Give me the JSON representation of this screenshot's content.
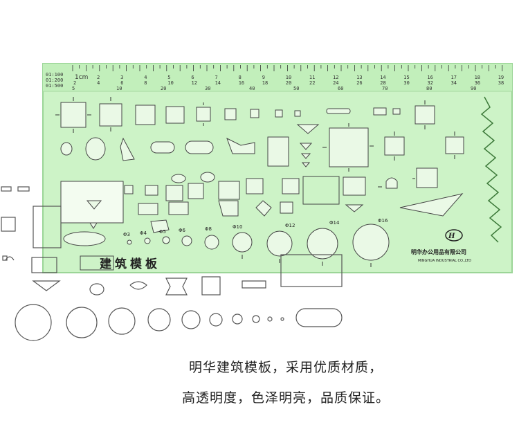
{
  "ruler": {
    "scale_labels": [
      "01:100",
      "01:200",
      "01:500"
    ],
    "unit": "1cm",
    "row1": [
      "2",
      "3",
      "4",
      "5",
      "6",
      "7",
      "8",
      "9",
      "10",
      "11",
      "12",
      "13",
      "14",
      "15",
      "16",
      "17",
      "18",
      "19"
    ],
    "row2": [
      "2",
      "4",
      "6",
      "8",
      "10",
      "12",
      "14",
      "16",
      "18",
      "20",
      "22",
      "24",
      "26",
      "28",
      "30",
      "32",
      "34",
      "36",
      "38"
    ],
    "row3": [
      "5",
      "10",
      "20",
      "30",
      "40",
      "50",
      "60",
      "70",
      "80",
      "90"
    ]
  },
  "template": {
    "title": "建筑模板",
    "brand_cn": "明华办公用品有限公司",
    "brand_en": "MINGHUA INDUSTRIAL CO.,LTD",
    "circle_labels": [
      "Φ3",
      "Φ4",
      "Φ5",
      "Φ6",
      "Φ8",
      "Φ10",
      "Φ12",
      "Φ14",
      "Φ16"
    ]
  },
  "captions": {
    "line1": "明华建筑模板，采用优质材质，",
    "line2": "高透明度，色泽明亮，品质保证。"
  },
  "colors": {
    "plastic": "#c9f2c3",
    "plastic_edge": "#8fd08a",
    "line": "#3a3a3a",
    "pencil": "#555555"
  }
}
